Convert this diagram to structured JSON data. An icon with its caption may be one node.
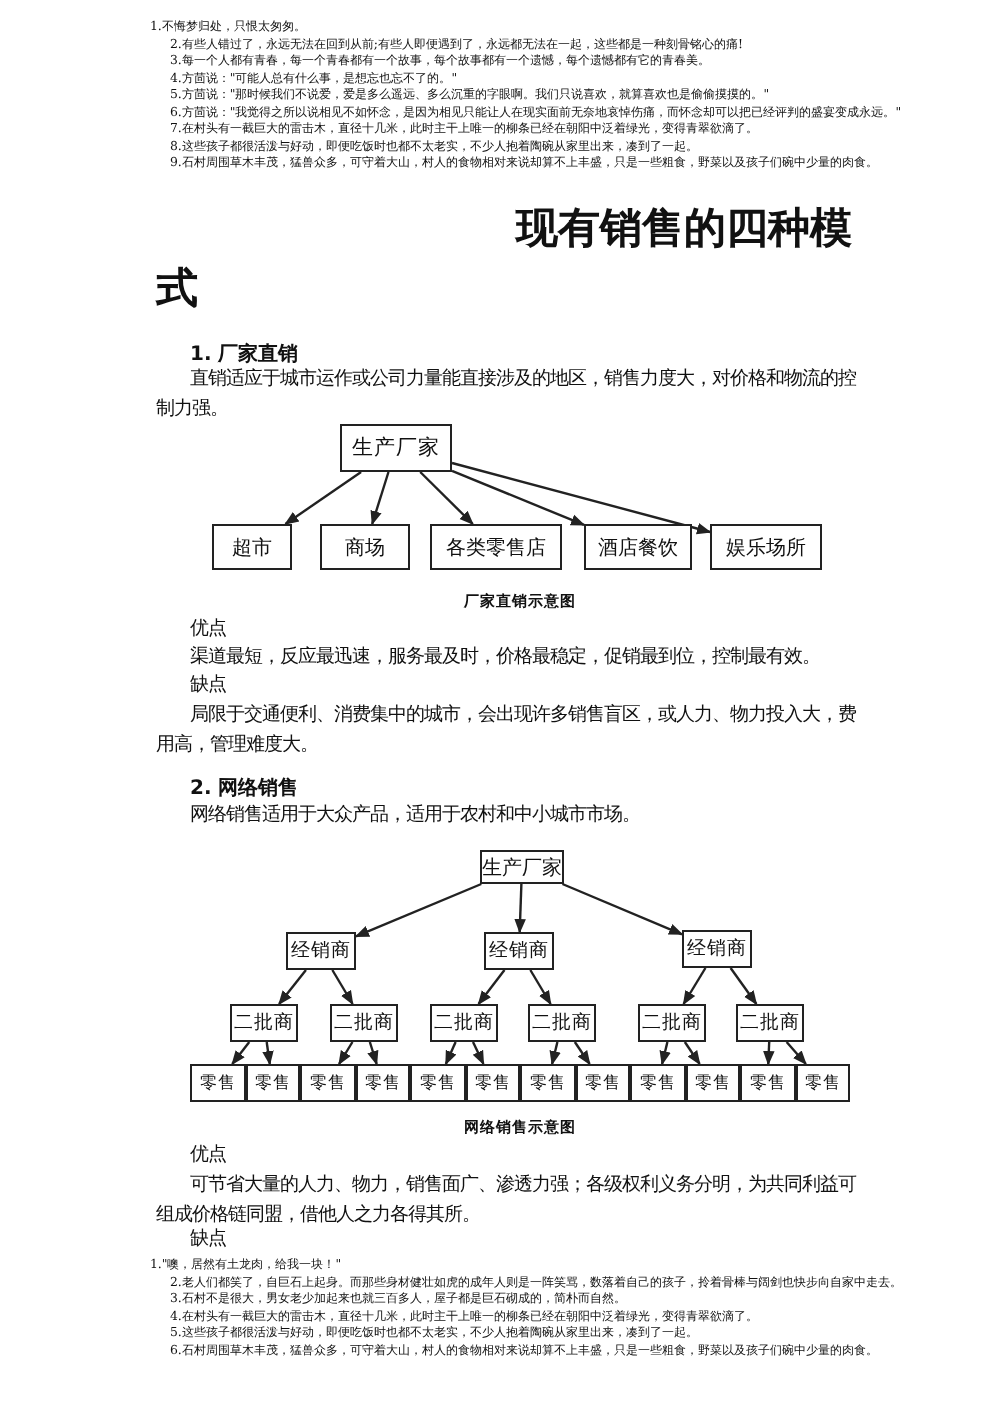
{
  "diagram": {
    "title": "现有销售的四种模式",
    "nodes": [
      {
        "text": [
          "生产厂家"
        ]
      },
      {
        "text": [
          "超市"
        ]
      },
      {
        "text": [
          "商场"
        ]
      },
      {
        "text": [
          "各类零售店"
        ]
      },
      {
        "text": [
          "酒店餐饮"
        ]
      },
      {
        "text": [
          "娱乐场所"
        ]
      },
      {
        "text": [
          "生产厂家"
        ]
      },
      {
        "text": [
          "经销商"
        ]
      },
      {
        "text": [
          "经销商"
        ]
      },
      {
        "text": [
          "经销商"
        ]
      },
      {
        "text": [
          "二批商"
        ]
      },
      {
        "text": [
          "二批商"
        ]
      },
      {
        "text": [
          "二批商"
        ]
      },
      {
        "text": [
          "二批商"
        ]
      },
      {
        "text": [
          "二批商"
        ]
      },
      {
        "text": [
          "二批商"
        ]
      },
      {
        "text": [
          "零售"
        ]
      },
      {
        "text": [
          "零售"
        ]
      },
      {
        "text": [
          "零售"
        ]
      },
      {
        "text": [
          "零售"
        ]
      },
      {
        "text": [
          "零售"
        ]
      },
      {
        "text": [
          "零售"
        ]
      },
      {
        "text": [
          "零售"
        ]
      },
      {
        "text": [
          "零售"
        ]
      },
      {
        "text": [
          "零售"
        ]
      },
      {
        "text": [
          "零售"
        ]
      },
      {
        "text": [
          "零售"
        ]
      },
      {
        "text": [
          "零售"
        ]
      }
    ],
    "edges": [
      {
        "from": 0,
        "to": 1,
        "arrow": "to"
      },
      {
        "from": 0,
        "to": 2,
        "arrow": "to"
      },
      {
        "from": 0,
        "to": 3,
        "arrow": "to"
      },
      {
        "from": 0,
        "to": 4,
        "arrow": "to"
      },
      {
        "from": 0,
        "to": 5,
        "arrow": "to"
      },
      {
        "from": 6,
        "to": 7,
        "arrow": "to"
      },
      {
        "from": 6,
        "to": 8,
        "arrow": "to"
      },
      {
        "from": 6,
        "to": 9,
        "arrow": "to"
      },
      {
        "from": 7,
        "to": 10,
        "arrow": "to"
      },
      {
        "from": 7,
        "to": 11,
        "arrow": "to"
      },
      {
        "from": 8,
        "to": 12,
        "arrow": "to"
      },
      {
        "from": 8,
        "to": 13,
        "arrow": "to"
      },
      {
        "from": 9,
        "to": 14,
        "arrow": "to"
      },
      {
        "from": 9,
        "to": 15,
        "arrow": "to"
      },
      {
        "from": 10,
        "to": 16,
        "arrow": "to"
      },
      {
        "from": 10,
        "to": 17,
        "arrow": "to"
      },
      {
        "from": 11,
        "to": 18,
        "arrow": "to"
      },
      {
        "from": 11,
        "to": 19,
        "arrow": "to"
      },
      {
        "from": 12,
        "to": 20,
        "arrow": "to"
      },
      {
        "from": 12,
        "to": 21,
        "arrow": "to"
      },
      {
        "from": 13,
        "to": 22,
        "arrow": "to"
      },
      {
        "from": 13,
        "to": 23,
        "arrow": "to"
      },
      {
        "from": 14,
        "to": 24,
        "arrow": "to"
      },
      {
        "from": 14,
        "to": 25,
        "arrow": "to"
      },
      {
        "from": 15,
        "to": 26,
        "arrow": "to"
      },
      {
        "from": 15,
        "to": 27,
        "arrow": "to"
      }
    ],
    "labels": [
      "1.不悔梦归处，只恨太匆匆。",
      "2.有些人错过了，永远无法在回到从前;有些人即便遇到了，永远都无法在一起，这些都是一种刻骨铭心的痛!",
      "3.每一个人都有青春，每一个青春都有一个故事，每个故事都有一个遗憾，每个遗憾都有它的青春美。",
      "4.方茴说：\"可能人总有什么事，是想忘也忘不了的。\"",
      "5.方茴说：\"那时候我们不说爱，爱是多么遥远、多么沉重的字眼啊。我们只说喜欢，就算喜欢也是偷偷摸摸的。\"",
      "6.方茴说：\"我觉得之所以说相见不如怀念，是因为相见只能让人在现实面前无奈地哀悼伤痛，而怀念却可以把已经评判的盛宴变成永远。\"",
      "7.在村头有一截巨大的雷击木，直径十几米，此时主干上唯一的柳条已经在朝阳中泛着绿光，变得青翠欲滴了。",
      "8.这些孩子都很活泼与好动，即便吃饭时也都不太老实，不少人抱着陶碗从家里出来，凑到了一起。",
      "9.石村周围草木丰茂，猛兽众多，可守着大山，村人的食物相对来说却算不上丰盛，只是一些粗食，野菜以及孩子们碗中少量的肉食。",
      "1. 厂家直销",
      "直销适应于城市运作或公司力量能直接涉及的地区，销售力度大，对价格和物流的控制力强。",
      "厂家直销示意图",
      "优点",
      "渠道最短，反应最迅速，服务最及时，价格最稳定，促销最到位，控制最有效。",
      "缺点",
      "局限于交通便利、消费集中的城市，会出现许多销售盲区，或人力、物力投入大，费用高，管理难度大。",
      "2. 网络销售",
      "网络销售适用于大众产品，适用于农村和中小城市市场。",
      "网络销售示意图",
      "优点",
      "可节省大量的人力、物力，销售面广、渗透力强；各级权利义务分明，为共同利益可组成价格链同盟，借他人之力各得其所。",
      "缺点",
      "1.\"噢，居然有土龙肉，给我一块！\"",
      "2.老人们都笑了，自巨石上起身。而那些身材健壮如虎的成年人则是一阵笑骂，数落着自己的孩子，拎着骨棒与阔剑也快步向自家中走去。",
      "3.石村不是很大，男女老少加起来也就三百多人，屋子都是巨石砌成的，简朴而自然。",
      "4.在村头有一截巨大的雷击木，直径十几米，此时主干上唯一的柳条已经在朝阳中泛着绿光，变得青翠欲滴了。",
      "5.这些孩子都很活泼与好动，即便吃饭时也都不太老实，不少人抱着陶碗从家里出来，凑到了一起。",
      "6.石村周围草木丰茂，猛兽众多，可守着大山，村人的食物相对来说却算不上丰盛，只是一些粗食，野菜以及孩子们碗中少量的肉食。"
    ]
  }
}
